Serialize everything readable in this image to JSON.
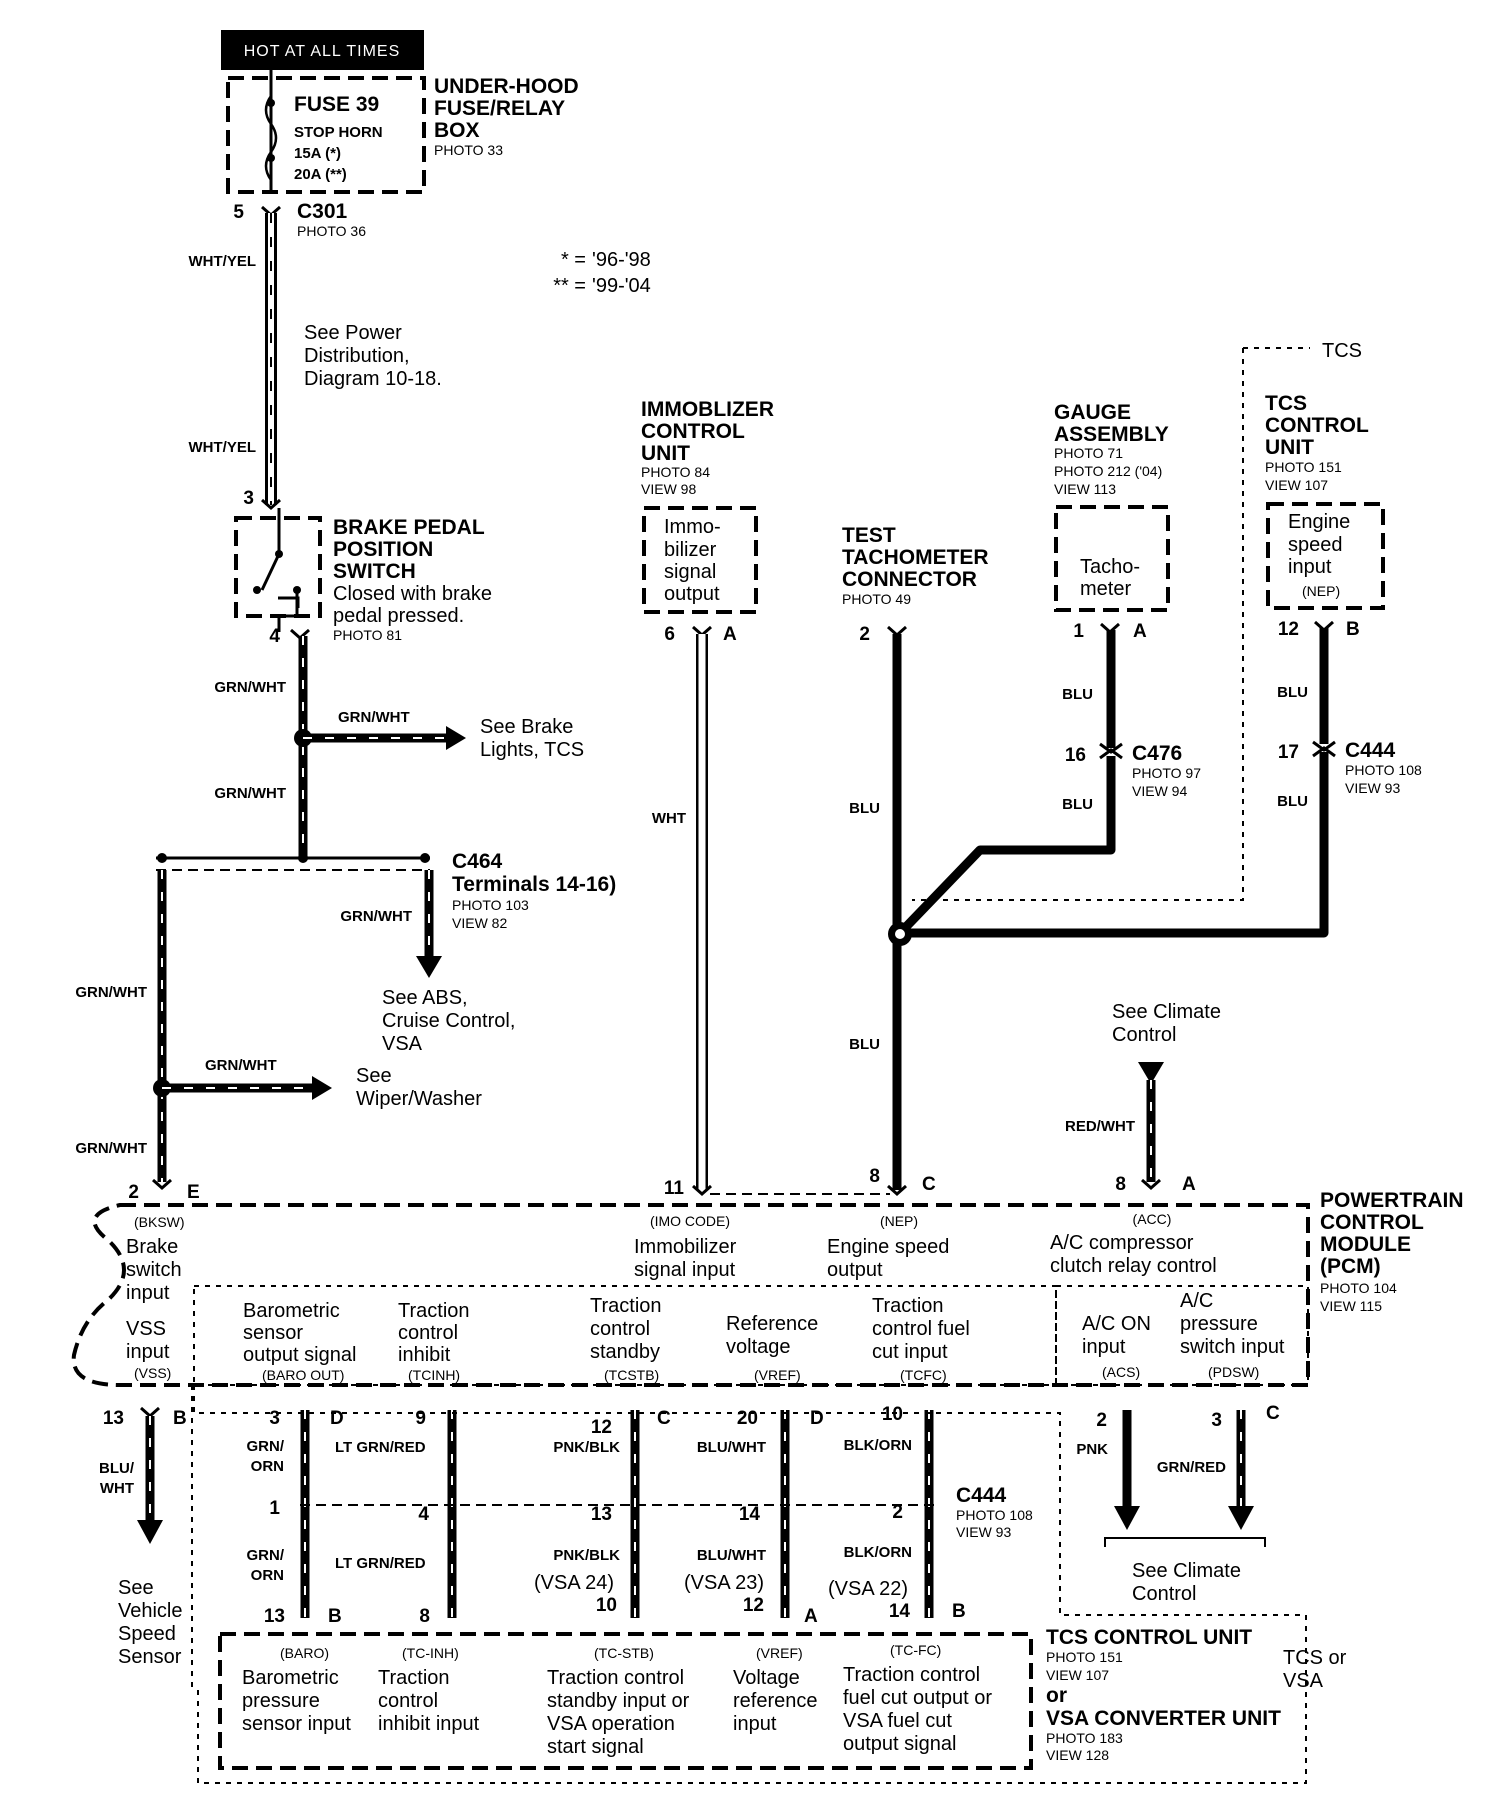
{
  "header": {
    "hot_label": "HOT AT ALL TIMES"
  },
  "fuse_box": {
    "title": [
      "UNDER-HOOD",
      "FUSE/RELAY",
      "BOX"
    ],
    "photo": "PHOTO 33",
    "fuse_name": "FUSE 39",
    "fuse_circuit": "STOP HORN",
    "rating_a": "15A (*)",
    "rating_b": "20A (**)"
  },
  "legend": {
    "star1_sym": "* =",
    "star1_val": "'96-'98",
    "star2_sym": "** =",
    "star2_val": "'99-'04"
  },
  "c301": {
    "pin": "5",
    "name": "C301",
    "photo": "PHOTO 36"
  },
  "wires": {
    "wht_yel_1": "WHT/YEL",
    "wht_yel_2": "WHT/YEL",
    "grn_wht_1": "GRN/WHT",
    "grn_wht_2": "GRN/WHT",
    "grn_wht_3": "GRN/WHT",
    "grn_wht_4": "GRN/WHT",
    "grn_wht_5": "GRN/WHT",
    "grn_wht_6": "GRN/WHT",
    "grn_wht_7": "GRN/WHT",
    "wht": "WHT",
    "blu_1": "BLU",
    "blu_2": "BLU",
    "blu_3": "BLU",
    "blu_4": "BLU",
    "blu_5": "BLU",
    "blu_6": "BLU",
    "red_wht": "RED/WHT",
    "blu_wht_vss": [
      "BLU/",
      "WHT"
    ],
    "grn_orn_1": [
      "GRN/",
      "ORN"
    ],
    "grn_orn_2": [
      "GRN/",
      "ORN"
    ],
    "lt_grn_red_1": "LT GRN/RED",
    "lt_grn_red_2": "LT GRN/RED",
    "pnk_blk_1": "PNK/BLK",
    "pnk_blk_2": "PNK/BLK",
    "blu_wht_1": "BLU/WHT",
    "blu_wht_2": "BLU/WHT",
    "blk_orn_1": "BLK/ORN",
    "blk_orn_2": "BLK/ORN",
    "pnk": "PNK",
    "grn_red": "GRN/RED"
  },
  "see_power": [
    "See Power",
    "Distribution,",
    "Diagram 10-18."
  ],
  "brake_switch": {
    "pin_top": "3",
    "pin_bottom": "4",
    "title": [
      "BRAKE PEDAL",
      "POSITION",
      "SWITCH"
    ],
    "desc": [
      "Closed with brake",
      "pedal pressed."
    ],
    "photo": "PHOTO 81"
  },
  "see_brake": [
    "See Brake",
    "Lights, TCS"
  ],
  "c464": {
    "name": "C464",
    "terminals": "Terminals 14-16)",
    "photo": "PHOTO 103",
    "view": "VIEW 82"
  },
  "see_abs": [
    "See ABS,",
    "Cruise Control,",
    "VSA"
  ],
  "see_wiper": [
    "See",
    "Wiper/Washer"
  ],
  "immobilizer": {
    "title": [
      "IMMOBLIZER",
      "CONTROL",
      "UNIT"
    ],
    "photo": "PHOTO 84",
    "view": "VIEW 98",
    "box_text": [
      "Immo-",
      "bilizer",
      "signal",
      "output"
    ],
    "pin": "6",
    "letter": "A"
  },
  "test_tach": {
    "title": [
      "TEST",
      "TACHOMETER",
      "CONNECTOR"
    ],
    "photo": "PHOTO 49",
    "pin": "2"
  },
  "gauge": {
    "title": [
      "GAUGE",
      "ASSEMBLY"
    ],
    "photo": "PHOTO 71",
    "photo2": "PHOTO 212 ('04)",
    "view": "VIEW 113",
    "box_text": [
      "Tacho-",
      "meter"
    ],
    "pin": "1",
    "letter": "A"
  },
  "c476": {
    "pin": "16",
    "name": "C476",
    "photo": "PHOTO 97",
    "view": "VIEW 94"
  },
  "tcs": {
    "region": "TCS",
    "title": [
      "TCS",
      "CONTROL",
      "UNIT"
    ],
    "photo": "PHOTO 151",
    "view": "VIEW 107",
    "box_text": [
      "Engine",
      "speed",
      "input",
      "(NEP)"
    ],
    "pin": "12",
    "letter": "B"
  },
  "c444_top": {
    "pin": "17",
    "name": "C444",
    "photo": "PHOTO 108",
    "view": "VIEW 93"
  },
  "see_climate_top": [
    "See Climate",
    "Control"
  ],
  "pcm": {
    "title": [
      "POWERTRAIN",
      "CONTROL",
      "MODULE",
      "(PCM)"
    ],
    "photo": "PHOTO 104",
    "view": "VIEW 115",
    "pins_top": {
      "e_num": "2",
      "e_let": "E",
      "imo_num": "11",
      "nep_num": "8",
      "nep_let": "C",
      "acc_num": "8",
      "acc_let": "A"
    },
    "bksw": {
      "code": "(BKSW)",
      "label": [
        "Brake",
        "switch",
        "input"
      ]
    },
    "vss": {
      "label": [
        "VSS",
        "input"
      ],
      "code": "(VSS)"
    },
    "imo": {
      "code": "(IMO CODE)",
      "label": [
        "Immobilizer",
        "signal input"
      ]
    },
    "nep": {
      "code": "(NEP)",
      "label": [
        "Engine speed",
        "output"
      ]
    },
    "acc": {
      "code": "(ACC)",
      "label": [
        "A/C compressor",
        "clutch relay control"
      ]
    },
    "baro": {
      "label": [
        "Barometric",
        "sensor",
        "output signal"
      ],
      "code": "(BARO OUT)"
    },
    "tcinh": {
      "label": [
        "Traction",
        "control",
        "inhibit"
      ],
      "code": "(TCINH)"
    },
    "tcstb": {
      "label": [
        "Traction",
        "control",
        "standby"
      ],
      "code": "(TCSTB)"
    },
    "vref": {
      "label": [
        "Reference",
        "voltage"
      ],
      "code": "(VREF)"
    },
    "tcfc": {
      "label": [
        "Traction",
        "control fuel",
        "cut input"
      ],
      "code": "(TCFC)"
    },
    "acs": {
      "label": [
        "A/C ON",
        "input"
      ],
      "code": "(ACS)"
    },
    "pdsw": {
      "label": [
        "A/C",
        "pressure",
        "switch input"
      ],
      "code": "(PDSW)"
    }
  },
  "bottom_pins": {
    "vss_num": "13",
    "vss_let": "B",
    "baro_num": "3",
    "baro_let": "D",
    "tcinh_num": "9",
    "tcstb_num": "12",
    "tcstb_let": "C",
    "vref_num": "20",
    "vref_let": "D",
    "tcfc_num": "10",
    "acs_num": "2",
    "pdsw_num": "3",
    "pdsw_let": "C"
  },
  "c444_mid": {
    "name": "C444",
    "photo": "PHOTO 108",
    "view": "VIEW 93",
    "p1": "1",
    "p4": "4",
    "p13": "13",
    "p14": "14",
    "p2": "2"
  },
  "vsa_labels": {
    "v24": "(VSA 24)",
    "v23": "(VSA 23)",
    "v22": "(VSA 22)"
  },
  "lower_pins": {
    "baro_num": "13",
    "baro_let": "B",
    "tcinh_num": "8",
    "tcstb_num": "10",
    "vref_num": "12",
    "vref_let": "A",
    "tcfc_num": "14",
    "tcfc_let": "B"
  },
  "see_vss": [
    "See",
    "Vehicle",
    "Speed",
    "Sensor"
  ],
  "see_climate_bottom": [
    "See Climate",
    "Control"
  ],
  "tcs_unit": {
    "title": "TCS CONTROL UNIT",
    "photo": "PHOTO 151",
    "view": "VIEW 107",
    "or": "or",
    "title2": "VSA CONVERTER UNIT",
    "photo2": "PHOTO 183",
    "view2": "VIEW 128",
    "region": [
      "TCS or",
      "VSA"
    ],
    "baro": {
      "code": "(BARO)",
      "label": [
        "Barometric",
        "pressure",
        "sensor input"
      ]
    },
    "tcinh": {
      "code": "(TC-INH)",
      "label": [
        "Traction",
        "control",
        "inhibit input"
      ]
    },
    "tcstb": {
      "code": "(TC-STB)",
      "label": [
        "Traction control",
        "standby input or",
        "VSA operation",
        "start signal"
      ]
    },
    "vref": {
      "code": "(VREF)",
      "label": [
        "Voltage",
        "reference",
        "input"
      ]
    },
    "tcfc": {
      "code": "(TC-FC)",
      "label": [
        "Traction control",
        "fuel cut output or",
        "VSA fuel cut",
        "output signal"
      ]
    }
  }
}
